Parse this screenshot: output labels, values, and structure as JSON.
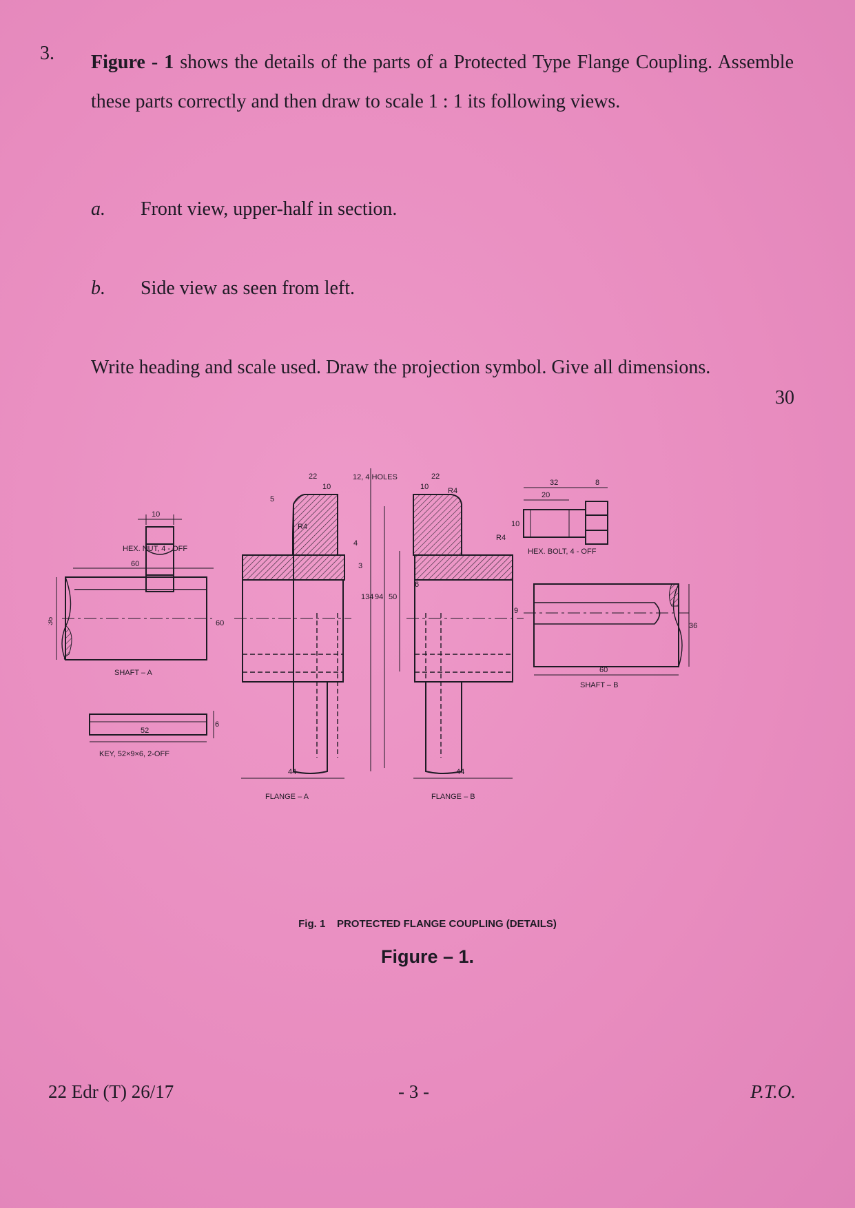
{
  "question": {
    "number": "3.",
    "figure_ref": "Figure - 1",
    "text": "shows the details of the parts of a Protected Type Flange Coupling. Assemble these parts correctly and then draw to scale 1 : 1 its following views.",
    "items": [
      {
        "label": "a.",
        "text": "Front view, upper-half in section."
      },
      {
        "label": "b.",
        "text": "Side view as seen from left."
      }
    ],
    "instructions": "Write heading and scale used. Draw the projection symbol. Give all dimensions.",
    "marks": "30"
  },
  "figure": {
    "caption_prefix": "Fig. 1",
    "caption": "PROTECTED FLANGE COUPLING (DETAILS)",
    "label": "Figure – 1.",
    "parts": {
      "hex_nut": "HEX. NUT, 4 - OFF",
      "hex_bolt": "HEX. BOLT, 4 - OFF",
      "shaft_a": "SHAFT – A",
      "shaft_b": "SHAFT – B",
      "key": "KEY, 52×9×6, 2-OFF",
      "flange_a": "FLANGE – A",
      "flange_b": "FLANGE – B"
    },
    "dimensions": {
      "d22": "22",
      "d10": "10",
      "holes": "12, 4 HOLES",
      "d5": "5",
      "d3": "3",
      "r4": "R4",
      "d4": "4",
      "d60": "60",
      "d36": "36",
      "d134": "134",
      "d94": "94",
      "d50": "50",
      "d6": "6",
      "d9": "9",
      "d52": "52",
      "d44": "44",
      "d32": "32",
      "d20": "20",
      "d8": "8"
    }
  },
  "footer": {
    "code": "22 Edr (T) 26/17",
    "page": "- 3 -",
    "pto": "P.T.O."
  }
}
